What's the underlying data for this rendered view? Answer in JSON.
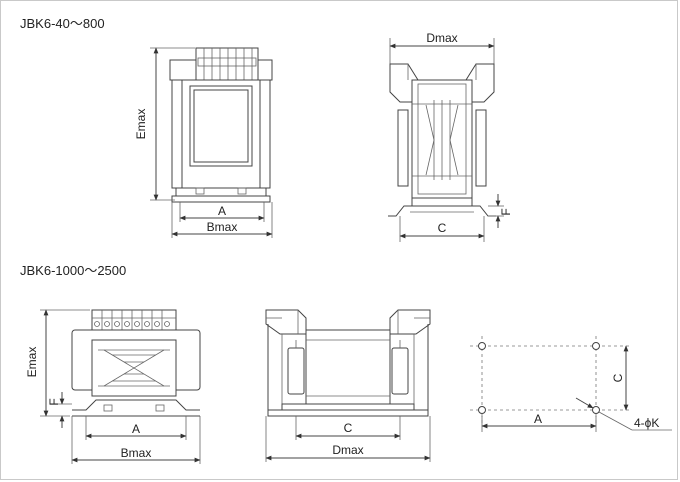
{
  "titles": {
    "top": "JBK6-40～800",
    "bottom": "JBK6-1000～2500"
  },
  "labels": {
    "emax": "Emax",
    "a": "A",
    "bmax": "Bmax",
    "dmax": "Dmax",
    "c": "C",
    "f": "F",
    "hole": "4-ϕK"
  },
  "colors": {
    "line": "#444444",
    "text": "#222222",
    "border": "#c9c9c9"
  }
}
